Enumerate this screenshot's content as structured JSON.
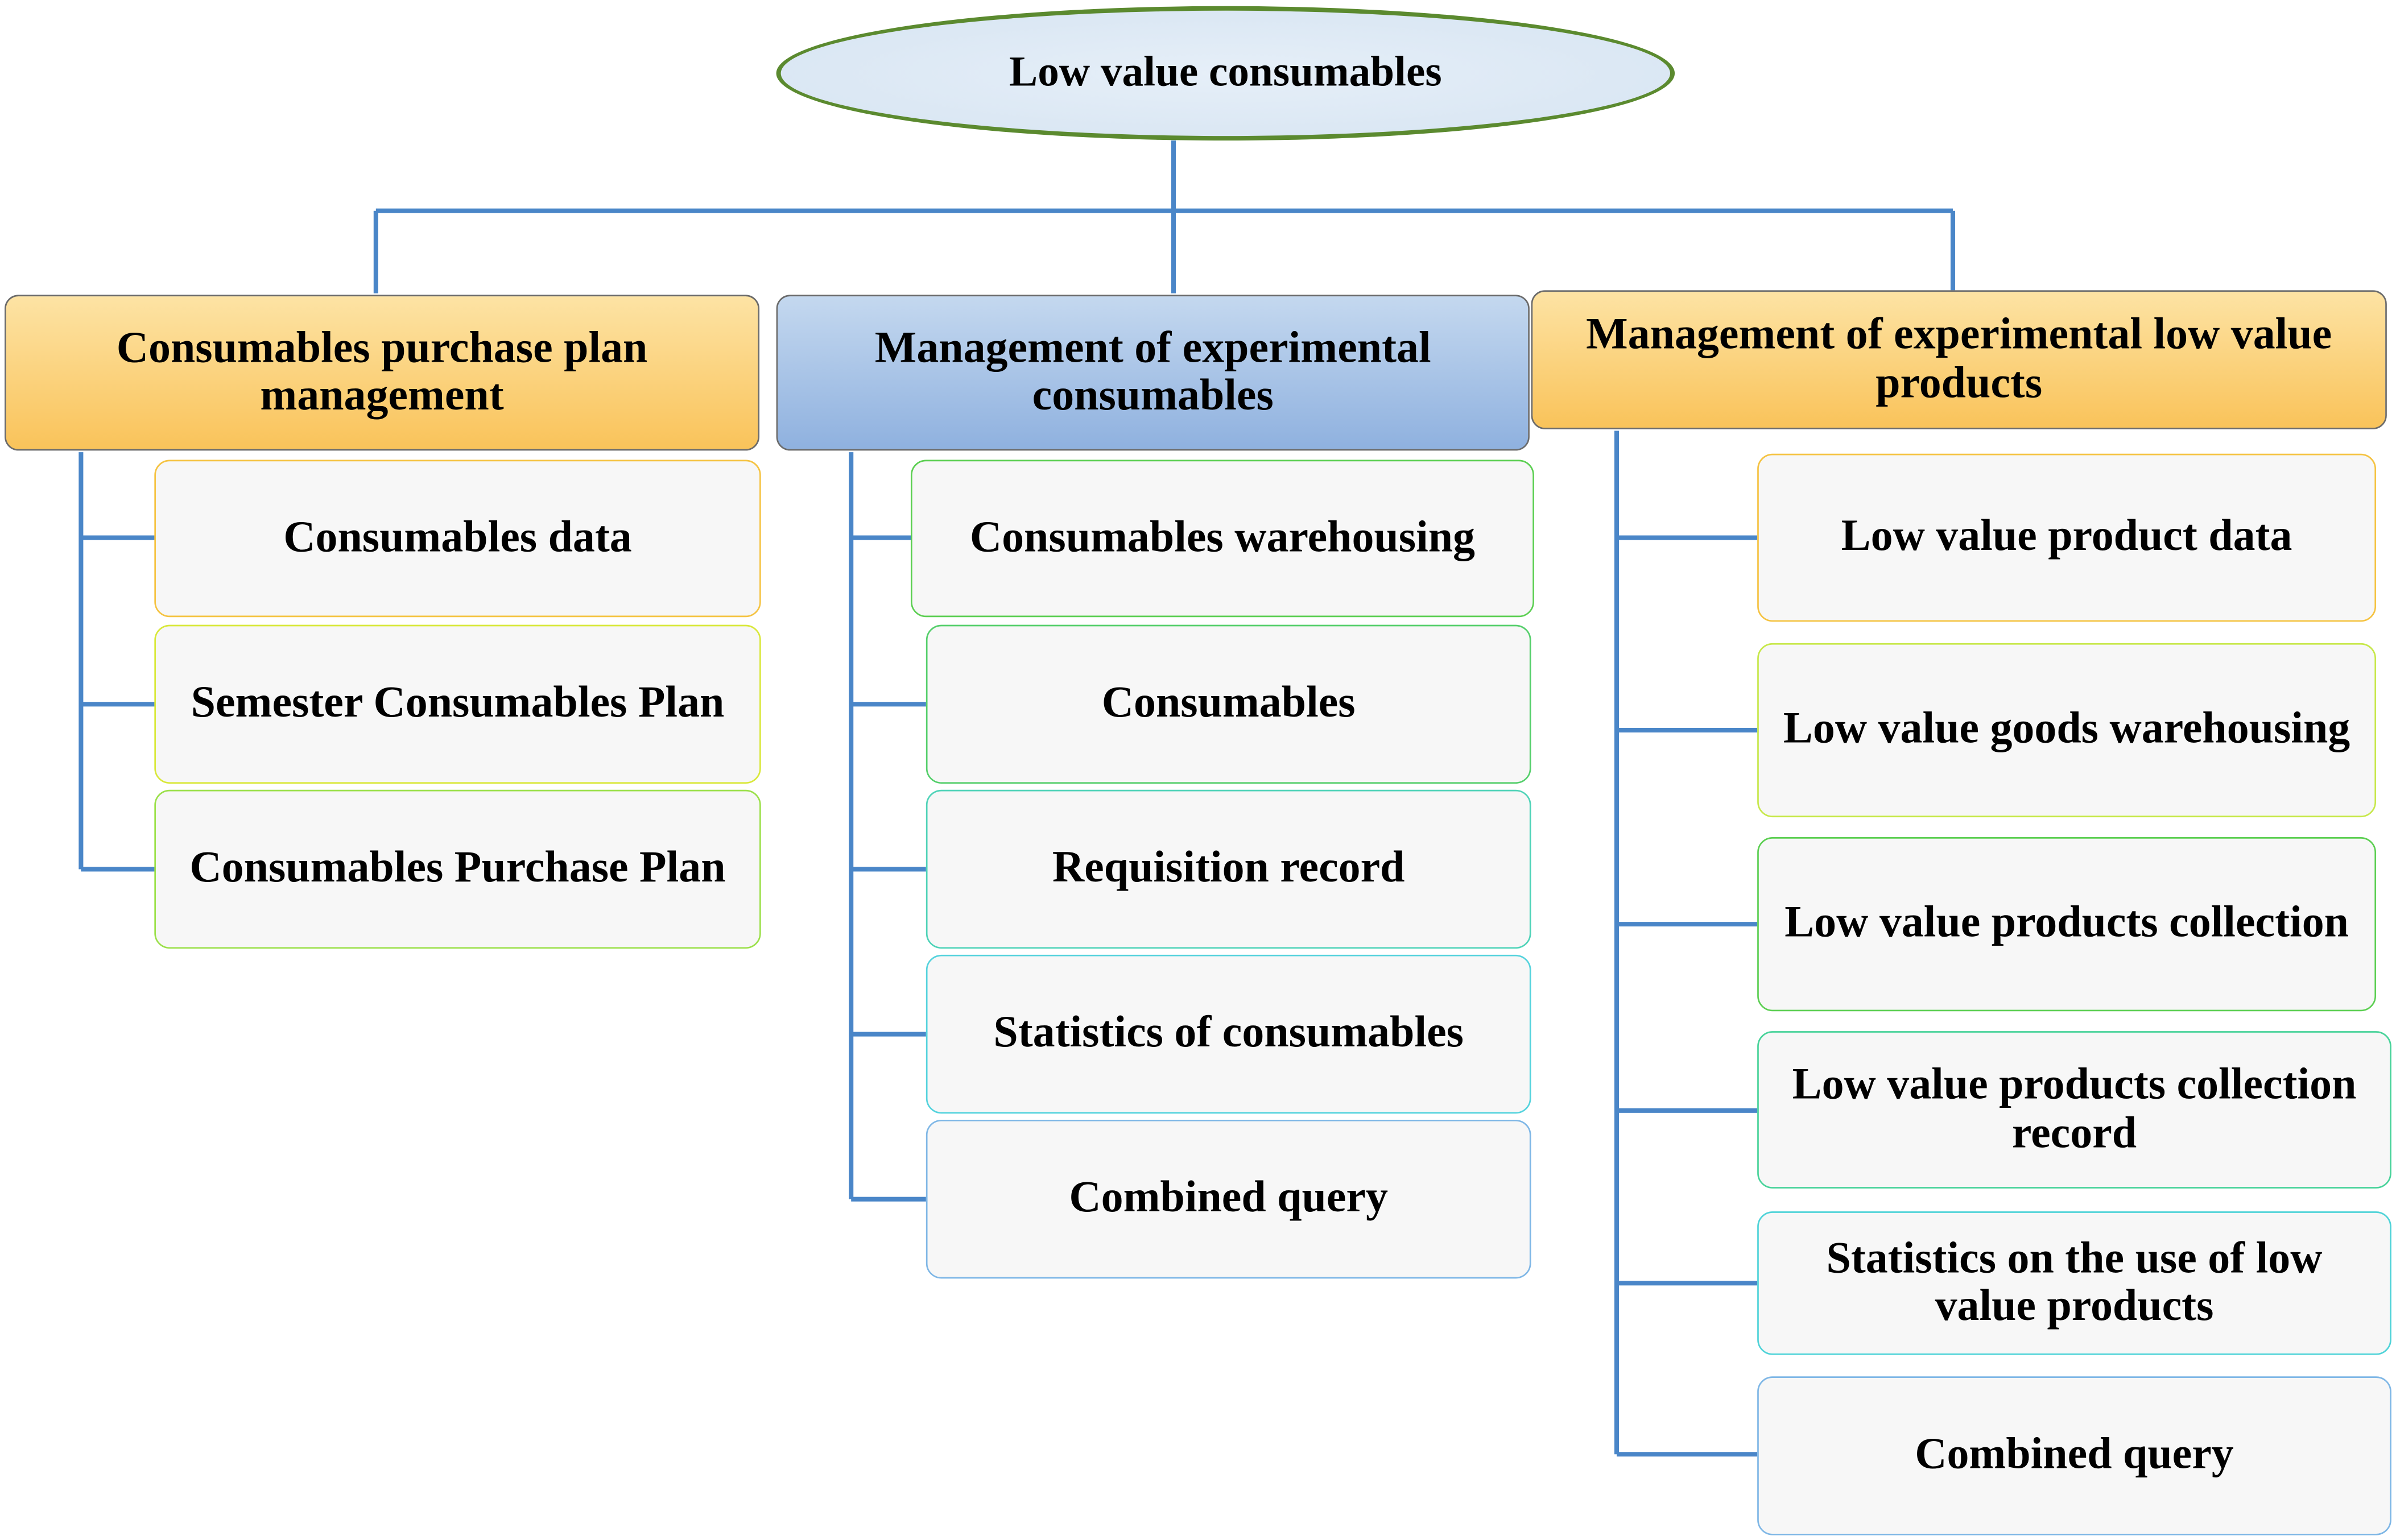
{
  "root": {
    "label": "Low value consumables"
  },
  "categories": [
    {
      "label": "Consumables purchase plan management",
      "color": "#f9c35a",
      "items": [
        {
          "label": "Consumables data",
          "border": "#f5c342"
        },
        {
          "label": "Semester Consumables Plan",
          "border": "#d9e83a"
        },
        {
          "label": "Consumables Purchase Plan",
          "border": "#9be04a"
        }
      ]
    },
    {
      "label": "Management of experimental consumables",
      "color": "#8fb1df",
      "items": [
        {
          "label": "Consumables warehousing",
          "border": "#5ccf52"
        },
        {
          "label": "Consumables",
          "border": "#55cf6b"
        },
        {
          "label": "Requisition record",
          "border": "#4fd3b8"
        },
        {
          "label": "Statistics of consumables",
          "border": "#55d3dd"
        },
        {
          "label": "Combined query",
          "border": "#7fb7e6"
        }
      ]
    },
    {
      "label": "Management of experimental low value products",
      "color": "#f9c35a",
      "items": [
        {
          "label": "Low value product data",
          "border": "#f5c342"
        },
        {
          "label": "Low value goods warehousing",
          "border": "#c7e84a"
        },
        {
          "label": "Low value products collection",
          "border": "#5ccf52"
        },
        {
          "label": "Low value products collection record",
          "border": "#48d39a"
        },
        {
          "label": "Statistics on the use of low value products",
          "border": "#4fd3d8"
        },
        {
          "label": "Combined query",
          "border": "#7fb7e6"
        }
      ]
    }
  ],
  "connector_color": "#4a86c8"
}
